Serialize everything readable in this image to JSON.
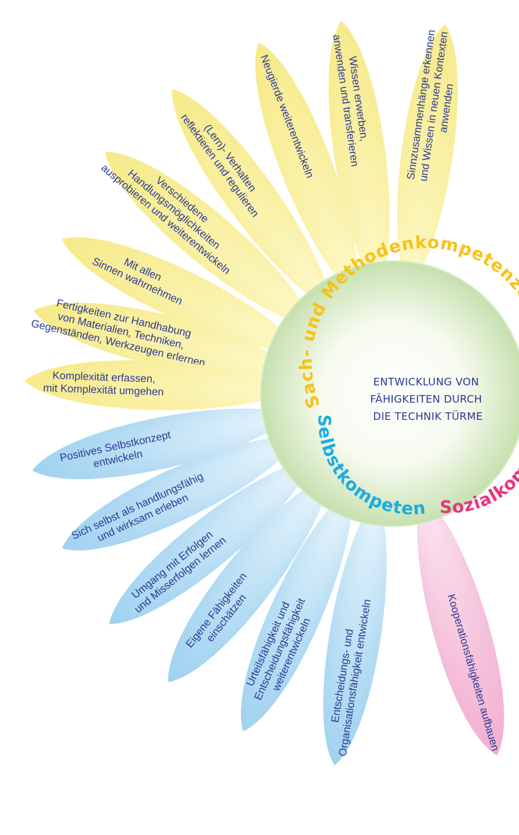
{
  "center": {
    "lines": [
      "ENTWICKLUNG VON",
      "FÄHIGKEITEN DURCH",
      "DIE TECHNIK TÜRME"
    ]
  },
  "ring_labels": {
    "sach": "Sach- und Methodenkompetenzen",
    "selbst": "Selbstkompetenzen",
    "sozial": "Sozialkompetenzen"
  },
  "colors": {
    "sach": "#f7c21b",
    "selbst": "#1bace4",
    "sozial": "#e5357d",
    "text": "#2b3990",
    "petal_yellow": "#f8ec8e",
    "petal_blue": "#a8d6f1",
    "petal_pink": "#f4b9d6",
    "center_green": "#cfe6bb"
  },
  "petals": [
    {
      "group": "sach",
      "lines": [
        "Komplexität erfassen,",
        "mit Komplexität umgehen"
      ]
    },
    {
      "group": "sach",
      "lines": [
        "Fertigkeiten zur Handhabung",
        "von Materialien, Techniken,",
        "Gegenständen, Werkzeugen erlernen"
      ]
    },
    {
      "group": "sach",
      "lines": [
        "Mit allen",
        "Sinnen wahrnehmen"
      ]
    },
    {
      "group": "sach",
      "lines": [
        "Verschiedene",
        "Handlungsmöglichkeiten",
        "ausprobieren und weiterentwickeln"
      ]
    },
    {
      "group": "sach",
      "lines": [
        "(Lern)- Verhalten",
        "reflektieren und regulieren"
      ]
    },
    {
      "group": "sach",
      "lines": [
        "Neugierde weiterentwickeln"
      ]
    },
    {
      "group": "sach",
      "lines": [
        "Wissen erwerben,",
        "anwenden und transferieren"
      ]
    },
    {
      "group": "sach",
      "lines": [
        "Sinnzusammenhänge erkennen",
        "und Wissen in neuen Kontexten",
        "anwenden"
      ]
    },
    {
      "group": "selbst",
      "lines": [
        "Positives Selbstkonzept",
        "entwickeln"
      ]
    },
    {
      "group": "selbst",
      "lines": [
        "Sich selbst als handlungsfähig",
        "und wirksam erleben"
      ]
    },
    {
      "group": "selbst",
      "lines": [
        "Umgang mit Erfolgen",
        "und Misserfolgen lernen"
      ]
    },
    {
      "group": "selbst",
      "lines": [
        "Eigene Fähigkeiten",
        "einschätzen"
      ]
    },
    {
      "group": "selbst",
      "lines": [
        "Urteilsfähigkeit und",
        "Entscheidungsfähigkeit",
        "weiterentwickeln"
      ]
    },
    {
      "group": "selbst",
      "lines": [
        "Entscheidungs- und",
        "Organisationsfähigkeit entwickeln"
      ]
    },
    {
      "group": "sozial",
      "lines": [
        "Kooperationsfähigkeiten aufbauen"
      ]
    }
  ]
}
